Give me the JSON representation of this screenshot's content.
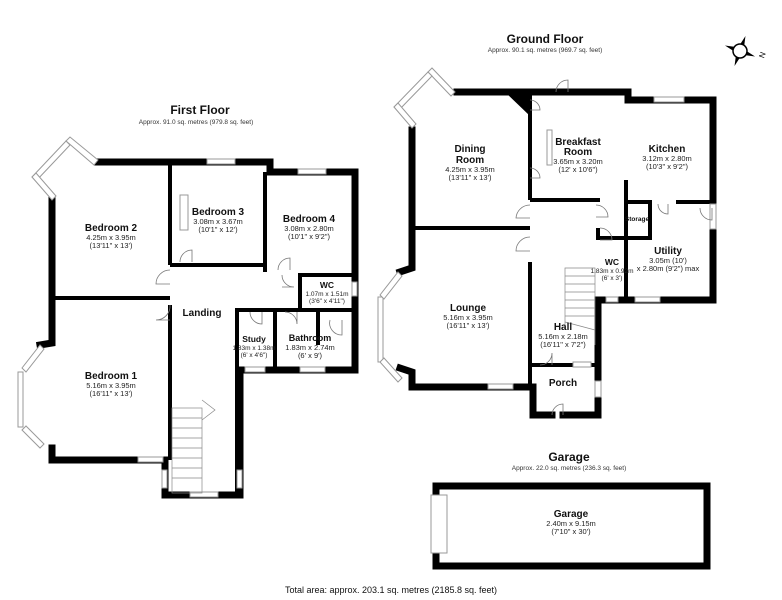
{
  "first_floor": {
    "title": "First Floor",
    "area": "Approx. 91.0 sq. metres (979.8 sq. feet)",
    "rooms": [
      {
        "name": "Bedroom 2",
        "dim": "4.25m x 3.95m",
        "imp": "(13'11\" x 13')"
      },
      {
        "name": "Bedroom 3",
        "dim": "3.08m x 3.67m",
        "imp": "(10'1\" x 12')"
      },
      {
        "name": "Bedroom 4",
        "dim": "3.08m x 2.80m",
        "imp": "(10'1\" x 9'2\")"
      },
      {
        "name": "WC",
        "dim": "1.07m x 1.51m",
        "imp": "(3'6\" x 4'11\")"
      },
      {
        "name": "Landing"
      },
      {
        "name": "Study",
        "dim": "1.83m x 1.38m",
        "imp": "(6' x 4'6\")"
      },
      {
        "name": "Bathroom",
        "dim": "1.83m x 2.74m",
        "imp": "(6' x 9')"
      },
      {
        "name": "Bedroom 1",
        "dim": "5.16m x 3.95m",
        "imp": "(16'11\" x 13')"
      }
    ]
  },
  "ground_floor": {
    "title": "Ground Floor",
    "area": "Approx. 90.1 sq. metres (969.7 sq. feet)",
    "rooms": [
      {
        "name": "Dining",
        "name2": "Room",
        "dim": "4.25m x 3.95m",
        "imp": "(13'11\" x 13')"
      },
      {
        "name": "Breakfast",
        "name2": "Room",
        "dim": "3.65m x 3.20m",
        "imp": "(12' x 10'6\")"
      },
      {
        "name": "Kitchen",
        "dim": "3.12m x 2.80m",
        "imp": "(10'3\" x 9'2\")"
      },
      {
        "name": "Storage"
      },
      {
        "name": "Utility",
        "dim": "3.05m (10')",
        "imp": "x 2.80m (9'2\") max"
      },
      {
        "name": "WC",
        "dim": "1.83m x 0.92m",
        "imp": "(6' x 3')"
      },
      {
        "name": "Lounge",
        "dim": "5.16m x 3.95m",
        "imp": "(16'11\" x 13')"
      },
      {
        "name": "Hall",
        "dim": "5.16m x 2.18m",
        "imp": "(16'11\" x 7'2\")"
      },
      {
        "name": "Porch"
      }
    ]
  },
  "garage": {
    "title": "Garage",
    "area": "Approx. 22.0 sq. metres (236.3 sq. feet)",
    "room": {
      "name": "Garage",
      "dim": "2.40m x 9.15m",
      "imp": "(7'10\" x 30')"
    }
  },
  "compass": {
    "label": "N"
  },
  "total": "Total area: approx. 203.1 sq. metres (2185.8 sq. feet)"
}
